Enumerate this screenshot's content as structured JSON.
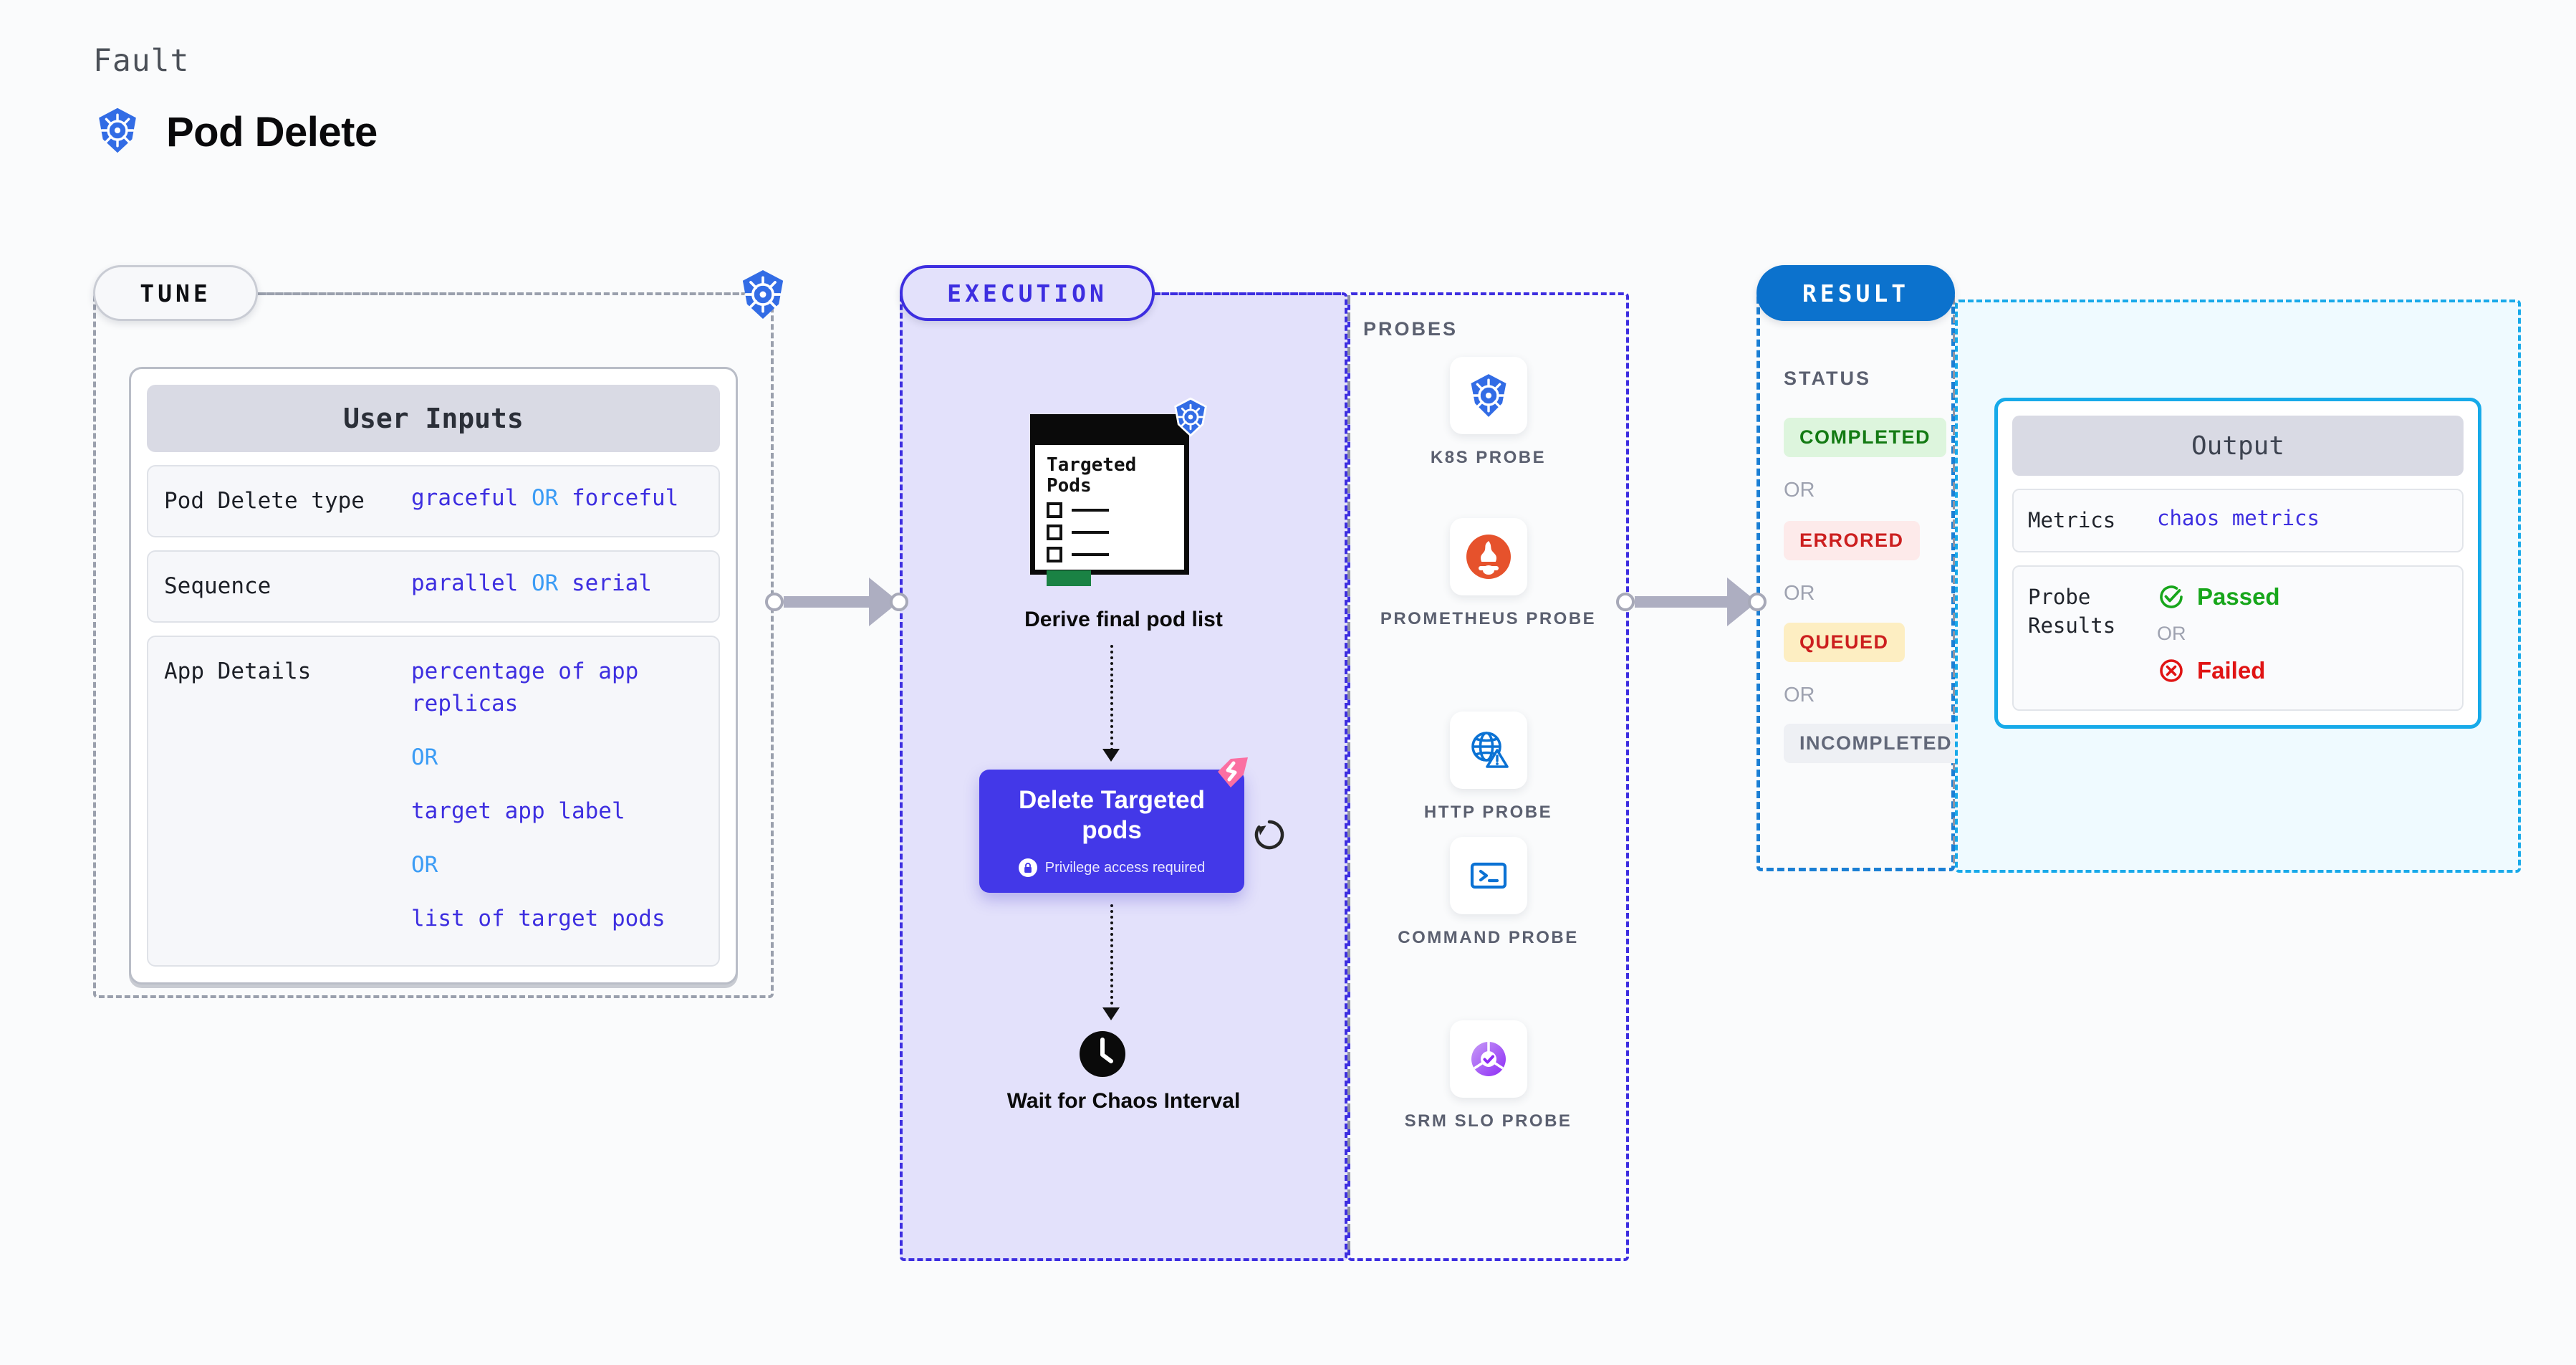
{
  "header": {
    "fault_label": "Fault",
    "fault_title": "Pod Delete",
    "icon": "kubernetes-icon"
  },
  "tune": {
    "pill_label": "TUNE",
    "badge_icon": "kubernetes-icon",
    "card_title": "User Inputs",
    "rows": [
      {
        "key": "Pod Delete type",
        "inline": true,
        "value_a": "graceful",
        "or": "OR",
        "value_b": "forceful"
      },
      {
        "key": "Sequence",
        "inline": true,
        "value_a": "parallel",
        "or": "OR",
        "value_b": "serial"
      },
      {
        "key": "App Details",
        "inline": false,
        "values": [
          "percentage of app replicas",
          "target app label",
          "list of target pods"
        ],
        "or": "OR"
      }
    ]
  },
  "execution": {
    "pill_label": "EXECUTION",
    "pods_card": {
      "title_line1": "Targeted",
      "title_line2": "Pods",
      "badge_icon": "kubernetes-icon",
      "items": 3
    },
    "derive_label": "Derive final pod list",
    "delete_node": {
      "title": "Delete Targeted pods",
      "privilege_text": "Privilege access required",
      "lock_icon": "lock-icon",
      "brand_icon": "harness-logo-icon",
      "retry_icon": "retry-icon",
      "color": "#4338e8"
    },
    "wait_node": {
      "icon": "clock-icon",
      "label": "Wait for Chaos Interval"
    }
  },
  "probes": {
    "title": "PROBES",
    "items": [
      {
        "label": "K8S PROBE",
        "icon": "kubernetes-icon"
      },
      {
        "label": "PROMETHEUS PROBE",
        "icon": "prometheus-icon"
      },
      {
        "label": "HTTP PROBE",
        "icon": "http-globe-warning-icon"
      },
      {
        "label": "COMMAND PROBE",
        "icon": "terminal-icon"
      },
      {
        "label": "SRM SLO PROBE",
        "icon": "srm-slo-donut-icon"
      }
    ]
  },
  "result": {
    "pill_label": "RESULT",
    "status_title": "STATUS",
    "or_label": "OR",
    "statuses": [
      {
        "label": "COMPLETED",
        "bg": "#ddf5dd",
        "fg": "#137a13"
      },
      {
        "label": "ERRORED",
        "bg": "#fdeaea",
        "fg": "#cc1f1f"
      },
      {
        "label": "QUEUED",
        "bg": "#fdeec2",
        "fg": "#cc1f1f"
      },
      {
        "label": "INCOMPLETED",
        "bg": "#eef0f4",
        "fg": "#626879"
      }
    ]
  },
  "output": {
    "card_title": "Output",
    "metrics_key": "Metrics",
    "metrics_value": "chaos metrics",
    "probe_results_key": "Probe Results",
    "passed_label": "Passed",
    "or_label": "OR",
    "failed_label": "Failed",
    "passed_icon": "check-circle-icon",
    "failed_icon": "x-circle-icon",
    "passed_color": "#17a61b",
    "failed_color": "#e01414"
  },
  "connectors": {
    "tune_to_execution": "arrow-right",
    "probes_to_result": "arrow-right"
  }
}
